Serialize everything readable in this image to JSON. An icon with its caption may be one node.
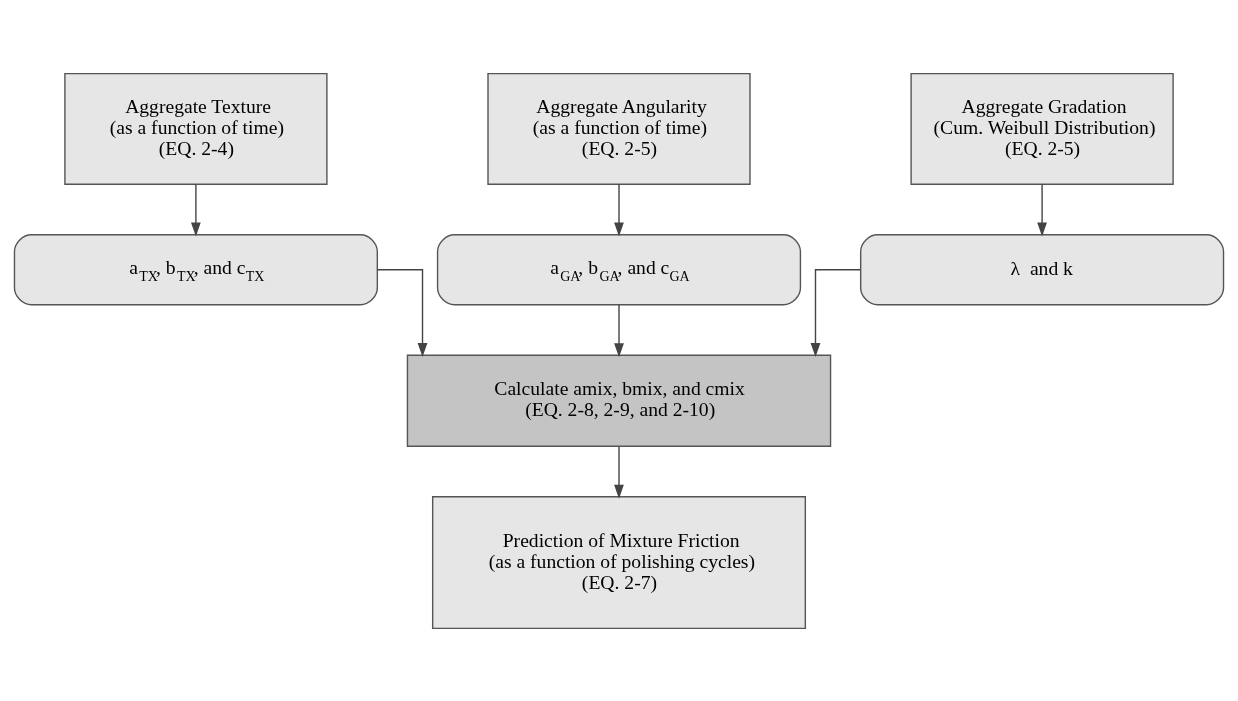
{
  "diagram": {
    "nodes": [
      {
        "text": [
          "Aggregate Texture",
          "(as a function of time)",
          "(EQ. 2-4)"
        ]
      },
      {
        "text": [
          "Aggregate Angularity",
          "(as a function of time)",
          "(EQ. 2-5)"
        ]
      },
      {
        "text": [
          "Aggregate Gradation",
          "(Cum. Weibull Distribution)",
          "(EQ. 2-5)"
        ]
      },
      {
        "text": [
          "a$_{TX}$, b$_{TX}$, and c$_{TX}$"
        ]
      },
      {
        "text": [
          "a$_{GA}$, b$_{GA}$, and c$_{GA}$"
        ]
      },
      {
        "text": [
          "λ  and k"
        ]
      },
      {
        "text": [
          "Calculate amix, bmix, and cmix",
          "(EQ. 2-8, 2-9, and 2-10)"
        ]
      },
      {
        "text": [
          "Prediction of Mixture Friction",
          "(as a function of polishing cycles)",
          "(EQ. 2-7)"
        ]
      }
    ],
    "edges": [
      {
        "from": 0,
        "to": 3,
        "arrow": "to"
      },
      {
        "from": 1,
        "to": 4,
        "arrow": "to"
      },
      {
        "from": 2,
        "to": 5,
        "arrow": "to"
      },
      {
        "from": 3,
        "to": 6,
        "arrow": "to"
      },
      {
        "from": 4,
        "to": 6,
        "arrow": "to"
      },
      {
        "from": 5,
        "to": 6,
        "arrow": "to"
      },
      {
        "from": 6,
        "to": 7,
        "arrow": "to"
      }
    ]
  }
}
